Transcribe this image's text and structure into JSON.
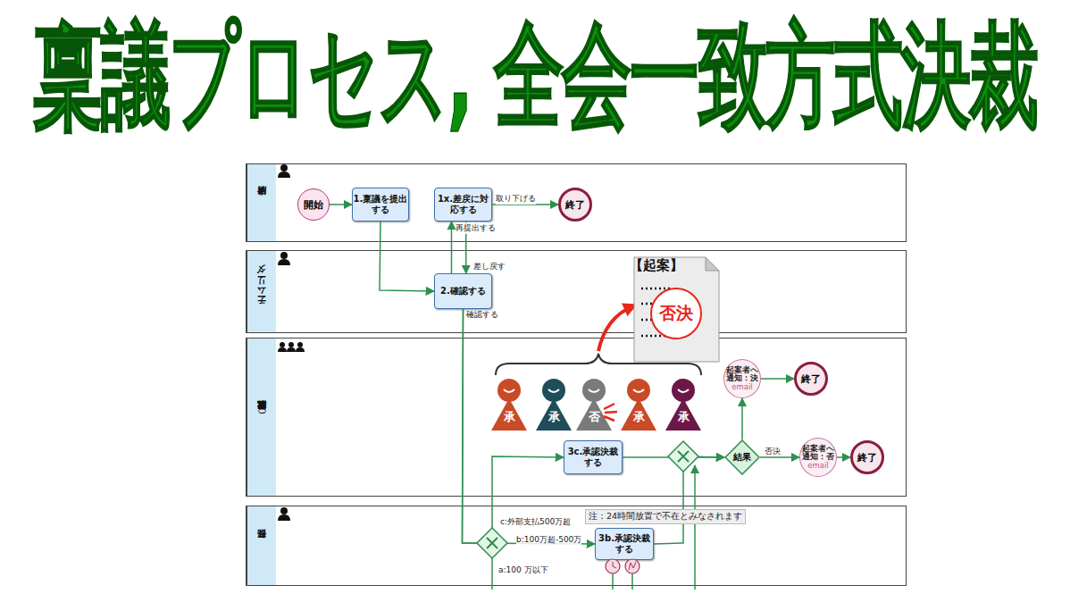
{
  "diagram": {
    "title": "稟議プロセス, 全会一致方式決裁",
    "nodes": [
      {
        "text": [
          "申請者"
        ]
      },
      {
        "text": [
          "開始"
        ],
        "in": 0
      },
      {
        "text": [
          "1.稟議を提出 する"
        ],
        "in": 0
      },
      {
        "text": [
          "1x.差戻に対 応する"
        ],
        "in": 0
      },
      {
        "text": [
          "終了"
        ],
        "in": 0
      },
      {
        "text": [
          "チームリーダ"
        ]
      },
      {
        "text": [
          "2.確認する"
        ],
        "in": 5
      },
      {
        "text": [
          "承認者（複数）"
        ]
      },
      {
        "text": [
          "起案者へ 通知：決",
          "email"
        ],
        "in": 7
      },
      {
        "text": [
          "終了"
        ],
        "in": 7
      },
      {
        "text": [
          "3c.承認決裁 する"
        ],
        "in": 7
      },
      {
        "text": [
          "結果"
        ],
        "in": 7
      },
      {
        "text": [
          "起案者へ 通知：否",
          "email"
        ],
        "in": 7
      },
      {
        "text": [
          "終了"
        ],
        "in": 7
      },
      {
        "text": [
          "部長"
        ]
      },
      {
        "text": [
          "3b.承認決裁 する"
        ],
        "in": 14
      }
    ],
    "edges": [
      {
        "from": 1,
        "to": 2,
        "arrow": "to"
      },
      {
        "from": 2,
        "to": 6,
        "arrow": "to"
      },
      {
        "from": 6,
        "to": 3,
        "label": "差し戻す",
        "arrow": "to"
      },
      {
        "from": 3,
        "to": 6,
        "label": "再提出する",
        "arrow": "to"
      },
      {
        "from": 3,
        "to": 4,
        "label": "取り下げる",
        "arrow": "to"
      },
      {
        "from": 6,
        "to": 10,
        "label": "c:外部支払500万超",
        "arrow": "to"
      },
      {
        "from": 6,
        "to": 15,
        "label": "b:100万超-500万",
        "arrow": "to"
      },
      {
        "from": 10,
        "to": 11,
        "arrow": "to"
      },
      {
        "from": 15,
        "to": 11,
        "arrow": "to"
      },
      {
        "from": 11,
        "to": 8,
        "arrow": "to"
      },
      {
        "from": 11,
        "to": 12,
        "label": "否決",
        "arrow": "to"
      },
      {
        "from": 8,
        "to": 9,
        "arrow": "to"
      },
      {
        "from": 12,
        "to": 13,
        "arrow": "to"
      }
    ],
    "labels": [
      "確認する",
      "a:100 万以下",
      "注：24時間放置で不在とみなされます",
      "【起案】",
      "否決",
      "承",
      "承",
      "否",
      "承",
      "承"
    ]
  }
}
